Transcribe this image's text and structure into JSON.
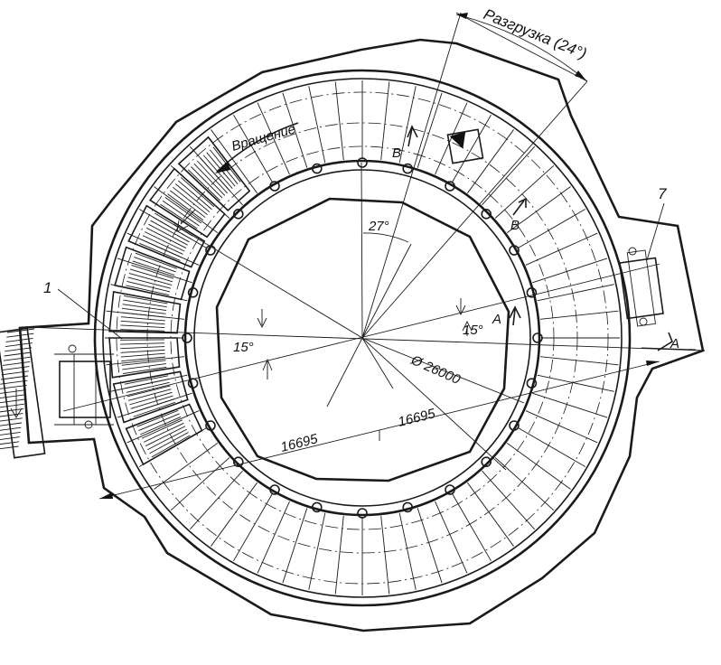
{
  "labels": {
    "unloading": "Разгрузка (24°)",
    "rotation": "Вращение",
    "diameter": "Ø 26000",
    "dim_left": "16695",
    "dim_right": "16695",
    "angle_27": "27°",
    "angle_15_left": "15°",
    "angle_15_right": "15°",
    "section_a_1": "A",
    "section_a_2": "A",
    "section_b_1": "B",
    "section_b_2": "B",
    "item_1": "1",
    "item_7": "7"
  }
}
